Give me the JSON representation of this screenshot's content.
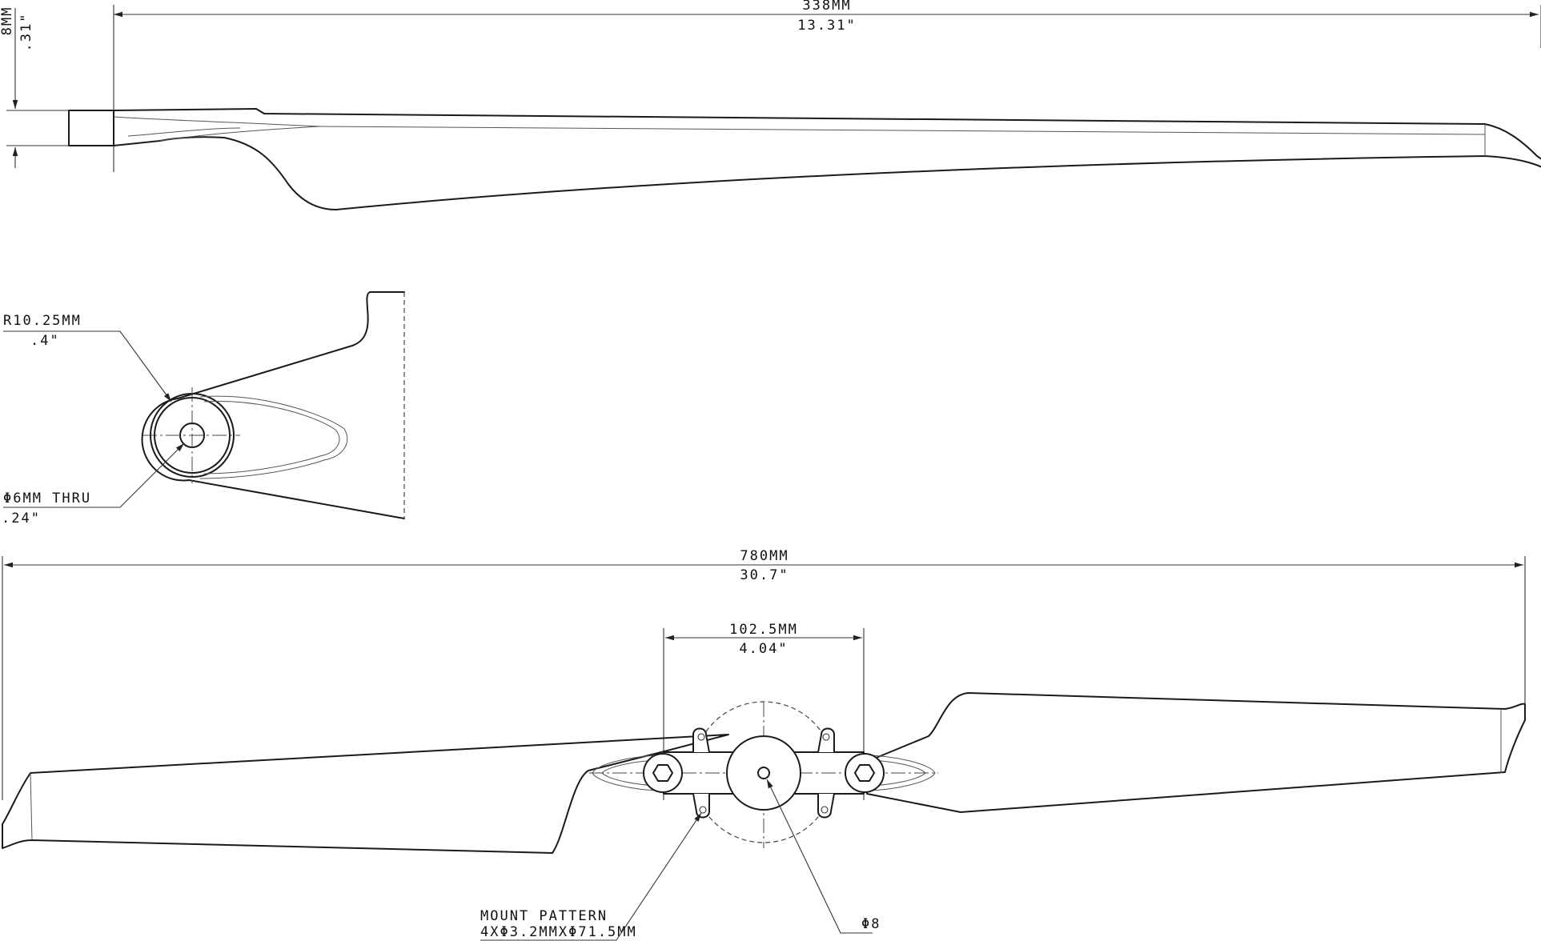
{
  "side_view": {
    "length_mm": "338MM",
    "length_in": "13.31\"",
    "thickness_mm": "8MM",
    "thickness_in": ".31\""
  },
  "hub_detail": {
    "radius_mm": "R10.25MM",
    "radius_in": ".4\"",
    "hole_mm": "Φ6MM THRU",
    "hole_in": ".24\""
  },
  "top_view": {
    "span_mm": "780MM",
    "span_in": "30.7\"",
    "hole_spacing_mm": "102.5MM",
    "hole_spacing_in": "4.04\"",
    "mount_label": "MOUNT PATTERN",
    "mount_spec": "4XΦ3.2MMXΦ71.5MM",
    "center_bore": "Φ8"
  }
}
